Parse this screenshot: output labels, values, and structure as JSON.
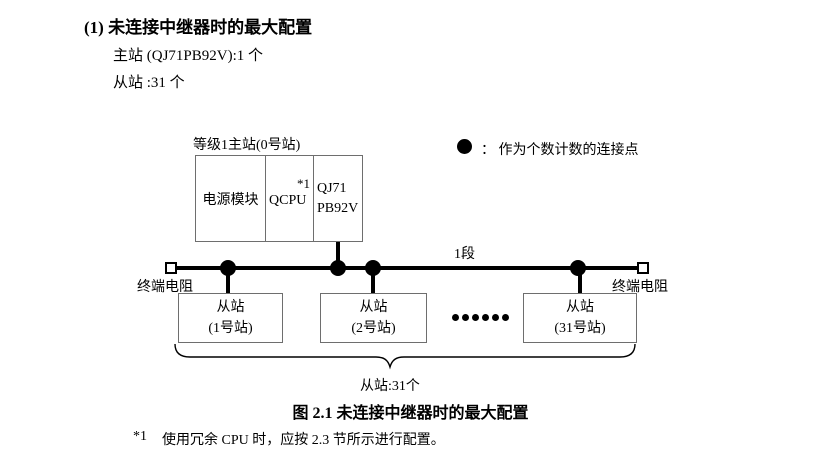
{
  "heading": "(1) 未连接中继器时的最大配置",
  "specs": {
    "master": "主站 (QJ71PB92V):1 个",
    "slaves": "从站 :31 个"
  },
  "diagram": {
    "master_station": {
      "label": "等级1主站(0号站)",
      "modules": {
        "power": "电源模块",
        "cpu": "QCPU",
        "cpu_footnote": "*1",
        "pb_line1": "QJ71",
        "pb_line2": "PB92V"
      }
    },
    "legend": {
      "text": "：  作为个数计数的连接点"
    },
    "segment_label": "1段",
    "terminator_left": "终端电阻",
    "terminator_right": "终端电阻",
    "slaves": [
      {
        "name": "从站",
        "station": "(1号站)"
      },
      {
        "name": "从站",
        "station": "(2号站)"
      },
      {
        "name": "从站",
        "station": "(31号站)"
      }
    ],
    "slave_count": "从站:31个"
  },
  "caption": "图 2.1 未连接中继器时的最大配置",
  "footnote": {
    "marker": "*1",
    "text": "使用冗余 CPU 时，应按 2.3 节所示进行配置。"
  },
  "colors": {
    "ink": "#000000",
    "box_border": "#6e6e6e",
    "background": "#ffffff"
  }
}
